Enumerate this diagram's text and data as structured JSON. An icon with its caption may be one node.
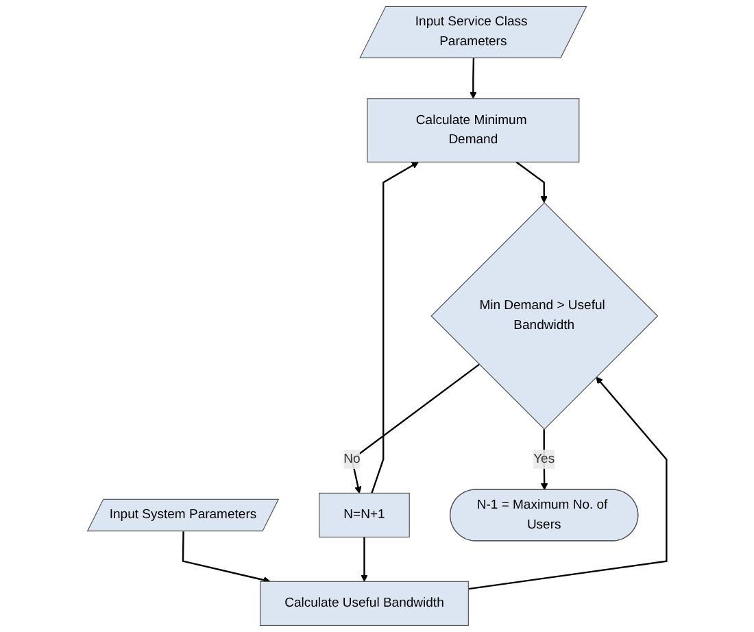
{
  "diagram": {
    "nodes": [
      {
        "text": [
          "Input Service Class Parameters"
        ]
      },
      {
        "text": [
          "Input System Parameters"
        ]
      },
      {
        "text": [
          "N=N+1"
        ]
      },
      {
        "text": [
          "Calculate Minimum Demand"
        ]
      },
      {
        "text": [
          "Calculate Useful Bandwidth"
        ]
      },
      {
        "text": [
          "Min Demand > Useful Bandwidth"
        ]
      },
      {
        "text": [
          "N-1 = Maximum No. of Users"
        ]
      }
    ],
    "edges": [
      {
        "from": 0,
        "to": 3,
        "arrow": "to"
      },
      {
        "from": 1,
        "to": 4,
        "arrow": "to"
      },
      {
        "from": 2,
        "to": 3,
        "arrow": "to"
      },
      {
        "from": 2,
        "to": 4,
        "arrow": "to"
      },
      {
        "from": 3,
        "to": 5,
        "arrow": "to"
      },
      {
        "from": 4,
        "to": 5,
        "arrow": "to"
      },
      {
        "from": 5,
        "to": 2,
        "label": "No",
        "arrow": "to"
      },
      {
        "from": 5,
        "to": 6,
        "label": "Yes",
        "arrow": "to"
      }
    ]
  }
}
